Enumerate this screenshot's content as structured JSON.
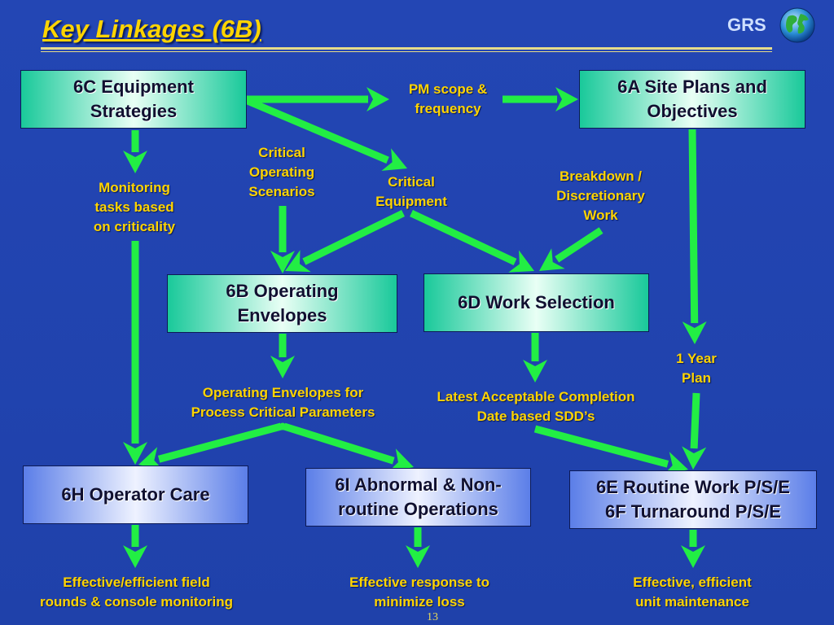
{
  "slide": {
    "title": "Key Linkages (6B)",
    "brand": "GRS",
    "page_number": "13",
    "colors": {
      "background": "#1f3fa8",
      "title": "#ffd400",
      "arrow": "#22ee44",
      "label": "#ffd400"
    }
  },
  "boxes": {
    "c6": "6C Equipment\nStrategies",
    "a6": "6A Site Plans and\nObjectives",
    "b6": "6B Operating\nEnvelopes",
    "d6": "6D Work Selection",
    "h6": "6H Operator Care",
    "i6": "6I Abnormal & Non-\nroutine Operations",
    "e6": "6E Routine Work P/S/E\n6F Turnaround P/S/E"
  },
  "labels": {
    "pm_scope": "PM scope &\nfrequency",
    "critical_scenarios": "Critical\nOperating\nScenarios",
    "critical_equipment": "Critical\nEquipment",
    "breakdown": "Breakdown /\nDiscretionary\nWork",
    "monitoring": "Monitoring\ntasks based\non criticality",
    "one_year_plan": "1 Year\nPlan",
    "operating_envelopes": "Operating Envelopes for\nProcess Critical Parameters",
    "lacd": "Latest Acceptable Completion\nDate based SDD’s",
    "outcome_h": "Effective/efficient field\nrounds & console monitoring",
    "outcome_i": "Effective response to\nminimize loss",
    "outcome_e": "Effective, efficient\nunit maintenance"
  }
}
